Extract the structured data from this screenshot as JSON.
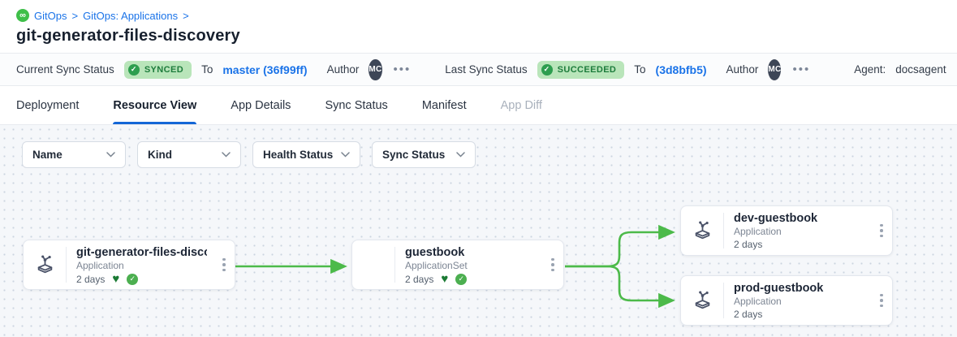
{
  "colors": {
    "accent_blue": "#1a73e8",
    "active_tab_underline": "#1366d6",
    "status_badge_bg": "#b9e5ba",
    "status_badge_text": "#1d7c3c",
    "edge_green": "#4cba4a",
    "gitops_icon_green": "#3fbf49",
    "health_heart_green": "#1b7a34",
    "sync_check_green": "#4caf50"
  },
  "breadcrumb": {
    "icon": "gitops-infinity-icon",
    "items": [
      "GitOps",
      "GitOps: Applications"
    ],
    "separator": ">"
  },
  "page_title": "git-generator-files-discovery",
  "status_bar": {
    "current_sync": {
      "label": "Current Sync Status",
      "badge": "SYNCED",
      "to": "To",
      "revision": "master (36f99ff)",
      "author_label": "Author",
      "author_initials": "MC"
    },
    "last_sync": {
      "label": "Last Sync Status",
      "badge": "SUCCEEDED",
      "to": "To",
      "revision": "(3d8bfb5)",
      "author_label": "Author",
      "author_initials": "MC"
    },
    "agent_label": "Agent:",
    "agent_value": "docsagent"
  },
  "tabs": [
    {
      "label": "Deployment",
      "state": "normal"
    },
    {
      "label": "Resource View",
      "state": "active"
    },
    {
      "label": "App Details",
      "state": "normal"
    },
    {
      "label": "Sync Status",
      "state": "normal"
    },
    {
      "label": "Manifest",
      "state": "normal"
    },
    {
      "label": "App Diff",
      "state": "disabled"
    }
  ],
  "filters": [
    {
      "label": "Name"
    },
    {
      "label": "Kind"
    },
    {
      "label": "Health Status"
    },
    {
      "label": "Sync Status"
    }
  ],
  "graph": {
    "edge_color": "#4cba4a",
    "nodes": [
      {
        "name": "git-generator-files-disco...",
        "kind": "Application",
        "age": "2 days",
        "health": "healthy",
        "sync": "synced"
      },
      {
        "name": "guestbook",
        "kind": "ApplicationSet",
        "age": "2 days",
        "health": "healthy",
        "sync": "synced"
      },
      {
        "name": "dev-guestbook",
        "kind": "Application",
        "age": "2 days"
      },
      {
        "name": "prod-guestbook",
        "kind": "Application",
        "age": "2 days"
      }
    ]
  }
}
